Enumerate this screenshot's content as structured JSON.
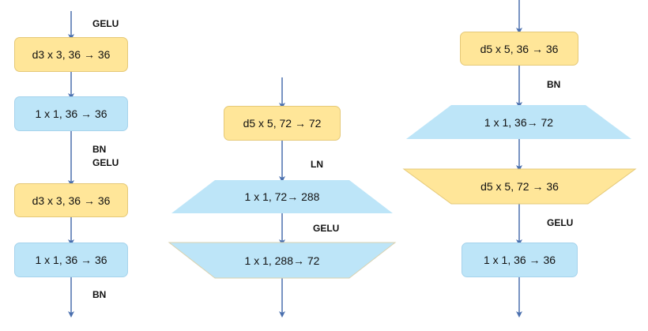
{
  "colors": {
    "yellow": "#FFE699",
    "blue": "#BDE5F8",
    "arrow": "#4A6FAE"
  },
  "col1": {
    "label_gelu_top": "GELU",
    "box1": "d3 x 3, 36 → 36",
    "box2": "1 x 1, 36 → 36",
    "label_bn": "BN",
    "label_gelu_mid": "GELU",
    "box3": "d3 x 3, 36 → 36",
    "box4": "1 x 1, 36 → 36",
    "label_bn_bottom": "BN"
  },
  "col2": {
    "box1": "d5 x 5, 72 → 72",
    "label_ln": "LN",
    "trap1": "1 x 1, 72→ 288",
    "label_gelu": "GELU",
    "trap2": "1 x 1, 288→ 72"
  },
  "col3": {
    "box1": "d5 x 5, 36 → 36",
    "label_bn": "BN",
    "trap1": "1 x 1, 36→ 72",
    "trap2": "d5 x 5, 72 → 36",
    "label_gelu": "GELU",
    "box2": "1 x 1, 36 → 36"
  }
}
